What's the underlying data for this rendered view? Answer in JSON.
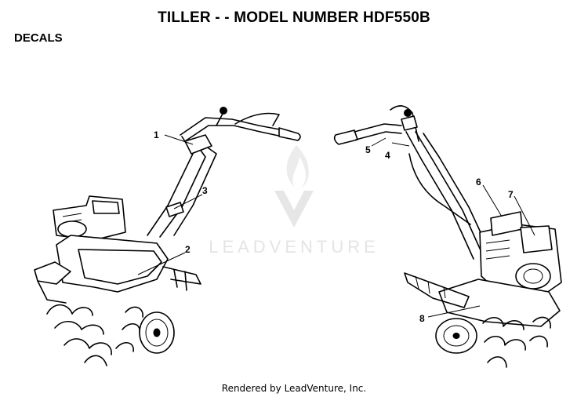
{
  "header": {
    "title": "TILLER - - MODEL NUMBER HDF550B",
    "section": "DECALS"
  },
  "watermark": {
    "brand_text": "LEADVENTURE"
  },
  "callouts": [
    "1",
    "2",
    "3",
    "4",
    "5",
    "6",
    "7",
    "8"
  ],
  "footer": {
    "text": "Rendered by LeadVenture, Inc."
  }
}
